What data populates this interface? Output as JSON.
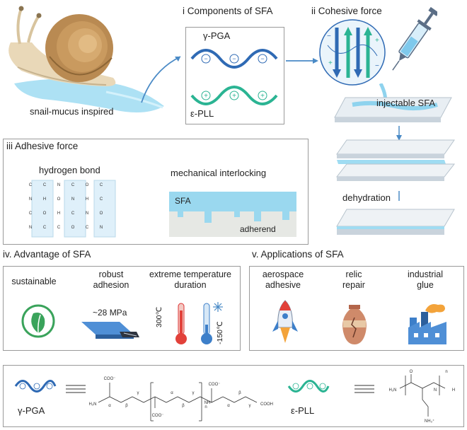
{
  "snail": {
    "label": "snail-mucus inspired"
  },
  "section_i": {
    "title": "i  Components of SFA",
    "pga_label": "γ-PGA",
    "pll_label": "ε-PLL"
  },
  "section_ii": {
    "title": "ii   Cohesive force",
    "injectable_label": "injectable SFA",
    "dehydration_label": "dehydration"
  },
  "section_iii": {
    "title": "iii   Adhesive force",
    "hbond_label": "hydrogen bond",
    "interlock_label": "mechanical interlocking",
    "sfa_tag": "SFA",
    "adherend_tag": "adherend"
  },
  "section_iv": {
    "title": "iv. Advantage of SFA",
    "items": [
      {
        "label": "sustainable"
      },
      {
        "label": "robust\nadhesion",
        "value": "~28 MPa"
      },
      {
        "label": "extreme temperature\nduration",
        "hot": "300℃",
        "cold": "-150℃"
      }
    ]
  },
  "section_v": {
    "title": "v. Applications of SFA",
    "items": [
      {
        "label": "aerospace\nadhesive"
      },
      {
        "label": "relic\nrepair"
      },
      {
        "label": "industrial\nglue"
      }
    ]
  },
  "bottom": {
    "pga_label": "γ-PGA",
    "pll_label": "ε-PLL"
  },
  "colors": {
    "pga": "#2f6ab4",
    "pll": "#2bb493",
    "water": "#8fd3ee",
    "panel_border": "#9a9a9a"
  }
}
